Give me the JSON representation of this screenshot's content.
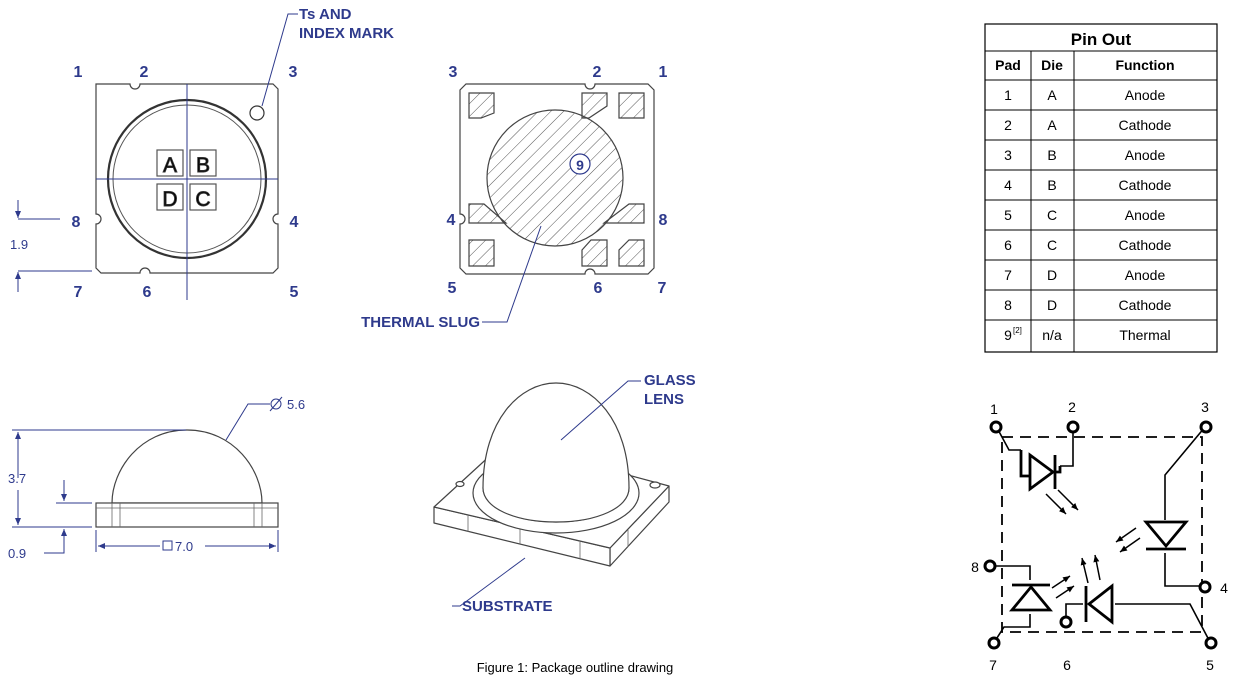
{
  "labels": {
    "ts_index_line1": "Ts AND",
    "ts_index_line2": "INDEX MARK",
    "thermal_slug": "THERMAL SLUG",
    "glass_lens_line1": "GLASS",
    "glass_lens_line2": "LENS",
    "substrate": "SUBSTRATE",
    "caption": "Figure 1:  Package outline drawing"
  },
  "top_view": {
    "pins_top": [
      "1",
      "2",
      "3"
    ],
    "pin_right": "4",
    "pins_bottom": [
      "7",
      "6",
      "5"
    ],
    "pin_left": "8",
    "dies": [
      "A",
      "B",
      "D",
      "C"
    ],
    "dim_pitch": "1.9"
  },
  "bottom_view": {
    "pins_top": [
      "3",
      "2",
      "1"
    ],
    "pin_left": "4",
    "pin_right": "8",
    "pins_bottom": [
      "5",
      "6",
      "7"
    ],
    "thermal_pad": "9"
  },
  "side_view": {
    "diameter": "5.6",
    "height": "3.7",
    "base_height": "0.9",
    "width": "7.0"
  },
  "pin_table": {
    "title": "Pin Out",
    "headers": [
      "Pad",
      "Die",
      "Function"
    ],
    "rows": [
      {
        "pad": "1",
        "die": "A",
        "function": "Anode"
      },
      {
        "pad": "2",
        "die": "A",
        "function": "Cathode"
      },
      {
        "pad": "3",
        "die": "B",
        "function": "Anode"
      },
      {
        "pad": "4",
        "die": "B",
        "function": "Cathode"
      },
      {
        "pad": "5",
        "die": "C",
        "function": "Anode"
      },
      {
        "pad": "6",
        "die": "C",
        "function": "Cathode"
      },
      {
        "pad": "7",
        "die": "D",
        "function": "Anode"
      },
      {
        "pad": "8",
        "die": "D",
        "function": "Cathode"
      },
      {
        "pad": "9",
        "sup": "[2]",
        "die": "n/a",
        "function": "Thermal"
      }
    ]
  },
  "schematic": {
    "pins": [
      "1",
      "2",
      "3",
      "4",
      "5",
      "6",
      "7",
      "8"
    ]
  },
  "colors": {
    "label_blue": "#2e3a8c",
    "line": "#333333"
  }
}
